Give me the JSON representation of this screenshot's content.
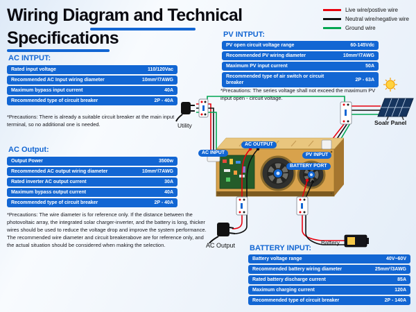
{
  "title": {
    "line1": "Wiring Diagram and Technical",
    "line2": "Specifications"
  },
  "legend": {
    "items": [
      {
        "name": "live-wire",
        "color": "#e8000d",
        "label": "Live wire/postive wire"
      },
      {
        "name": "neutral-wire",
        "color": "#111111",
        "label": "Neutral wire/negative wire"
      },
      {
        "name": "ground-wire",
        "color": "#00a651",
        "label": "Ground wire"
      }
    ]
  },
  "sections": {
    "ac_input": {
      "heading": "AC INTPUT:",
      "rows": [
        {
          "label": "Rated input voltage",
          "value": "110/120Vac"
        },
        {
          "label": "Recommended AC Input wiring diameter",
          "value": "10mm²/7AWG"
        },
        {
          "label": "Maximum bypass input current",
          "value": "40A"
        },
        {
          "label": "Recommended type of circuit breaker",
          "value": "2P - 40A"
        }
      ],
      "precaution": "*Precautions: There is already a suitable circuit breaker at the main input terminal, so no additional one is needed."
    },
    "ac_output": {
      "heading": "AC Output:",
      "rows": [
        {
          "label": "Output Power",
          "value": "3500w"
        },
        {
          "label": "Recommended AC output wiring diameter",
          "value": "10mm²/7AWG"
        },
        {
          "label": "Rated inverter AC output current",
          "value": "30A"
        },
        {
          "label": "Maximum bypass output current",
          "value": "40A"
        },
        {
          "label": "Recommended type of circuit breaker",
          "value": "2P - 40A"
        }
      ],
      "precaution": "*Precautions: The wire diameter is for reference only.  If the distance between the photovoltaic array, the integrated solar charger-inverter, and the battery is long, thicker wires should be used to reduce the voltage drop and improve the system performance.  The recommended wire diameter and circuit breakerabove are for reference only, and the actual situation should be considered when making the selection."
    },
    "pv_input": {
      "heading": "PV INTPUT:",
      "rows": [
        {
          "label": "PV open circuit voltage range",
          "value": "60-145Vdc"
        },
        {
          "label": "Recommended PV wiring diameter",
          "value": "10mm²/7AWG"
        },
        {
          "label": "Maximum PV input current",
          "value": "50A"
        },
        {
          "label": "Recommended type of air switch or circuit breaker",
          "value": "2P - 63A"
        }
      ],
      "precaution": "*Precautions: The series voltage shall not exceed the maximum PV input open - circuit voltage."
    },
    "battery_input": {
      "heading": "BATTERY INPUT:",
      "rows": [
        {
          "label": "Battery voltage range",
          "value": "40V~60V"
        },
        {
          "label": "Recommended battery wiring diameter",
          "value": "25mm²/3AWG"
        },
        {
          "label": "Rated battery discharge current",
          "value": "85A"
        },
        {
          "label": "Maximum charging current",
          "value": "120A"
        },
        {
          "label": "Recommended type of circuit breaker",
          "value": "2P - 140A"
        }
      ]
    }
  },
  "diagram": {
    "labels": {
      "utility": "Utility",
      "solar_panel": "Soalr Panel",
      "ac_output": "AC Output",
      "battery": "Battery"
    },
    "ports": {
      "ac_input": "AC INPUT",
      "ac_output": "AC OUTPUT",
      "pv_input": "PV INPUT",
      "battery_port": "BATTERY PORT"
    }
  },
  "colors": {
    "accent_blue": "#1266d3",
    "live_wire": "#e8000d",
    "neutral_wire": "#111111",
    "ground_wire": "#00a651",
    "inverter_gold": "#d8a24c"
  }
}
